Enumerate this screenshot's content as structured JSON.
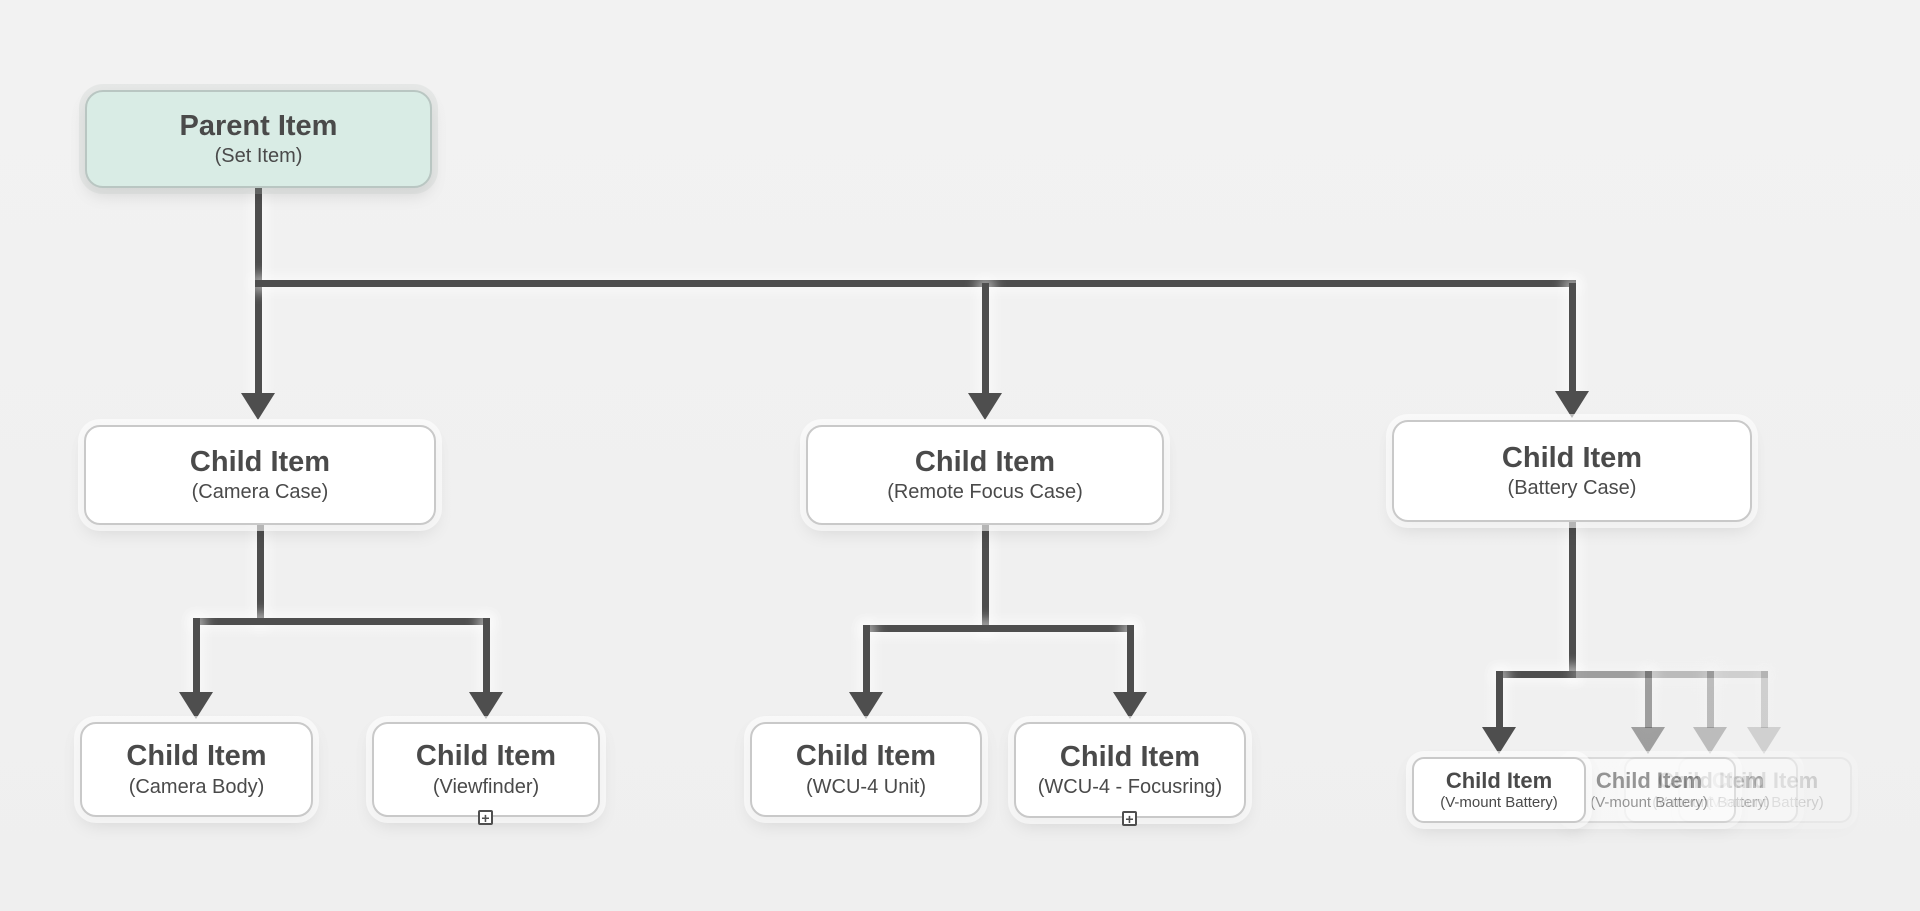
{
  "diagram_type": "item-hierarchy-tree",
  "nodes": {
    "parent": {
      "title": "Parent Item",
      "subtitle": "(Set Item)"
    },
    "camera_case": {
      "title": "Child Item",
      "subtitle": "(Camera Case)"
    },
    "remote_focus_case": {
      "title": "Child Item",
      "subtitle": "(Remote Focus Case)"
    },
    "battery_case": {
      "title": "Child Item",
      "subtitle": "(Battery Case)"
    },
    "camera_body": {
      "title": "Child Item",
      "subtitle": "(Camera Body)"
    },
    "viewfinder": {
      "title": "Child Item",
      "subtitle": "(Viewfinder)"
    },
    "wcu4_unit": {
      "title": "Child Item",
      "subtitle": "(WCU-4 Unit)"
    },
    "wcu4_focusring": {
      "title": "Child Item",
      "subtitle": "(WCU-4 - Focusring)"
    },
    "vmount_battery_1": {
      "title": "Child Item",
      "subtitle": "(V-mount Battery)"
    },
    "vmount_battery_2": {
      "title": "Child Item",
      "subtitle": "(V-mount Battery)"
    },
    "vmount_battery_3": {
      "title": "Child Item",
      "subtitle": "(V-mount Battery)"
    },
    "vmount_battery_4": {
      "title": "Child Item",
      "subtitle": "(V-mount Battery)"
    }
  },
  "expander": {
    "glyph": "+"
  },
  "colors": {
    "parent_fill": "#d9ece5",
    "connector": "#4e4e4e",
    "node_border": "#c9c9c9",
    "text": "#4a4a4a",
    "background": "#f0f0f0"
  }
}
